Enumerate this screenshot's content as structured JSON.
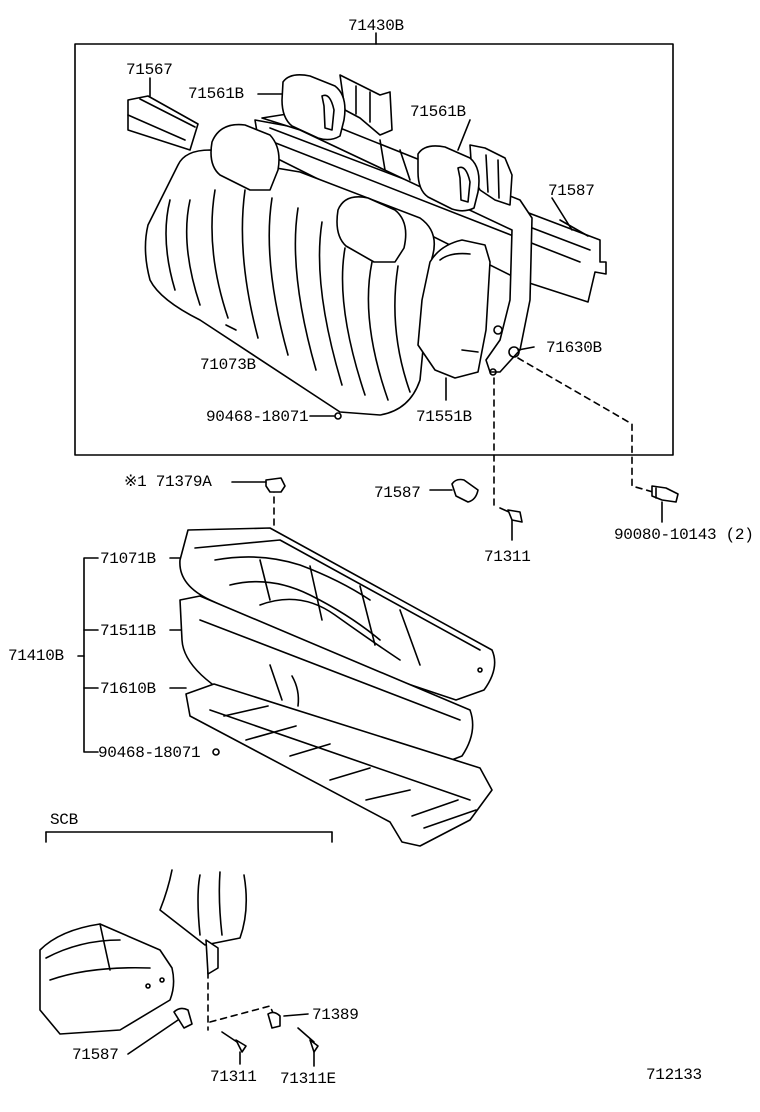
{
  "labels": {
    "top_assembly": "71430B",
    "board_left": "71567",
    "headrest_left": "71561B",
    "headrest_right": "71561B",
    "board_right": "71587",
    "seatback_cover": "71073B",
    "hinge_bracket": "71630B",
    "back_clip": "90468-18071",
    "side_pad": "71551B",
    "note_mark": "※1 71379A",
    "guide_upper": "71587",
    "bolt": "90080-10143 (2)",
    "screw_upper": "71311",
    "cushion_cover": "71071B",
    "cushion_assy": "71410B",
    "cushion_pad": "71511B",
    "cushion_frame": "71610B",
    "cushion_clip": "90468-18071",
    "scb_title": "SCB",
    "scb_nut": "71389",
    "scb_guide": "71587",
    "scb_screw_a": "71311",
    "scb_screw_b": "71311E",
    "diagram_number": "712133"
  }
}
